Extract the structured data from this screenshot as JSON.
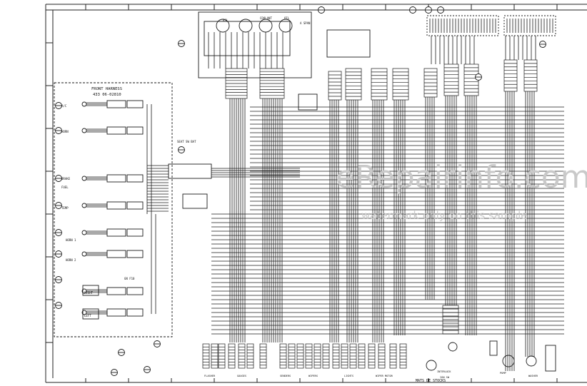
{
  "watermark": {
    "site": "eRepairinfo.com",
    "note": "watermark only on this sample"
  },
  "diagram": {
    "harness_title": "FRONT HARNESS",
    "harness_part": "433 06-02810",
    "top_labels": [
      "ASL",
      "COOLANT",
      "OIL",
      "A SPAN",
      "SEAT SW BAT"
    ],
    "bottom_note": "MATS DE STOCKS",
    "left_components": [
      "A/C",
      "HORN",
      "BRAKE",
      "FUEL",
      "TEMP",
      "HORN 1",
      "HORN 2",
      "RIGHT",
      "LEFT"
    ],
    "ground_label": "GN F10",
    "bottom_connector_labels": [
      "FLASHER",
      "GAUGES",
      "SENDERS",
      "WIPERS",
      "LIGHTS",
      "WIPER MOTOR",
      "INTERLOCK",
      "IGN SW",
      "PUMP",
      "WASHER"
    ]
  }
}
